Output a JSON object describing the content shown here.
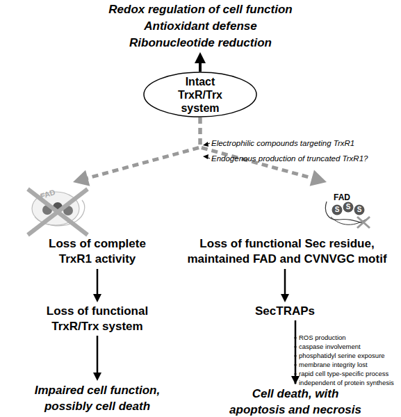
{
  "diagram": {
    "nodes": [
      {
        "text": [
          "Redox regulation of cell function",
          "Antioxidant defense",
          "Ribonucleotide reduction"
        ]
      },
      {
        "text": [
          "Intact TrxR/Trx system"
        ]
      },
      {
        "text": [
          "Loss of complete TrxR1 activity"
        ]
      },
      {
        "text": [
          "Loss of functional Sec residue, maintained FAD and CVNVGC motif"
        ]
      },
      {
        "text": [
          "Loss of functional TrxR/Trx system"
        ]
      },
      {
        "text": [
          "SecTRAPs"
        ]
      },
      {
        "text": [
          "Impaired cell function, possibly cell death"
        ]
      },
      {
        "text": [
          "Cell death, with apoptosis and necrosis"
        ]
      }
    ],
    "edges": [
      {
        "from": 1,
        "to": 0,
        "arrow": "to"
      },
      {
        "from": 1,
        "to": 2,
        "arrow": "to"
      },
      {
        "from": 1,
        "to": 3,
        "arrow": "to"
      },
      {
        "from": 2,
        "to": 4,
        "arrow": "to"
      },
      {
        "from": 4,
        "to": 6,
        "arrow": "to"
      },
      {
        "from": 3,
        "to": 5,
        "arrow": "to"
      },
      {
        "from": 5,
        "to": 7,
        "arrow": "to"
      }
    ],
    "labels": [
      "Electrophilic compounds targeting TrxR1",
      "Endogenous production of truncated TrxR1?",
      "FAD",
      "FAD",
      "S",
      "S",
      "S",
      "ROS production",
      "caspase involvement",
      "phosphatidyl serine exposure",
      "membrane integrity lost",
      "rapid cell type-specific process",
      "independent of protein synthesis"
    ]
  }
}
